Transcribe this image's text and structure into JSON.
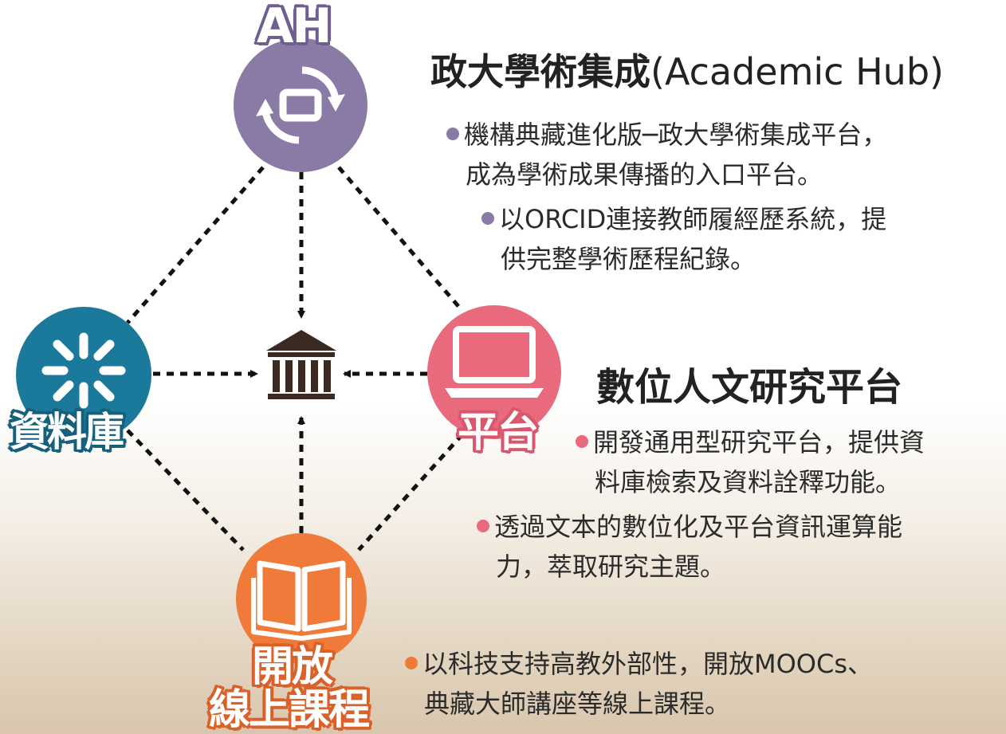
{
  "nodes": {
    "ah": {
      "label": "AH",
      "color": "#8a7aa6",
      "icon": "sync-cycle-icon"
    },
    "database": {
      "label": "資料庫",
      "color": "#1b7a9c",
      "icon": "burst-icon"
    },
    "platform": {
      "label": "平台",
      "color": "#e96a7d",
      "icon": "laptop-icon"
    },
    "courses": {
      "label_line1": "開放",
      "label_line2": "線上課程",
      "color": "#ef7a3a",
      "icon": "open-book-icon"
    },
    "center": {
      "icon": "institution-icon",
      "color": "#3a2a22"
    }
  },
  "sections": {
    "academic_hub": {
      "title_cjk": "政大學術集成",
      "title_latin": "(Academic Hub)",
      "bullet_color": "#8a7aa6",
      "items": [
        {
          "line1": "機構典藏進化版─政大學術集成平台，",
          "line2": "成為學術成果傳播的入口平台。"
        },
        {
          "line1": "以ORCID連接教師履經歷系統，提",
          "line2": "供完整學術歷程紀錄。"
        }
      ]
    },
    "digital_humanities": {
      "title": "數位人文研究平台",
      "bullet_color": "#e96a7d",
      "items": [
        {
          "line1": "開發通用型研究平台，提供資",
          "line2": "料庫檢索及資料詮釋功能。"
        },
        {
          "line1": "透過文本的數位化及平台資訊運算能",
          "line2": "力，萃取研究主題。"
        }
      ]
    },
    "open_courses": {
      "bullet_color": "#ef7a3a",
      "items": [
        {
          "line1": "以科技支持高教外部性，開放MOOCs、",
          "line2": "典藏大師講座等線上課程。"
        }
      ]
    }
  }
}
